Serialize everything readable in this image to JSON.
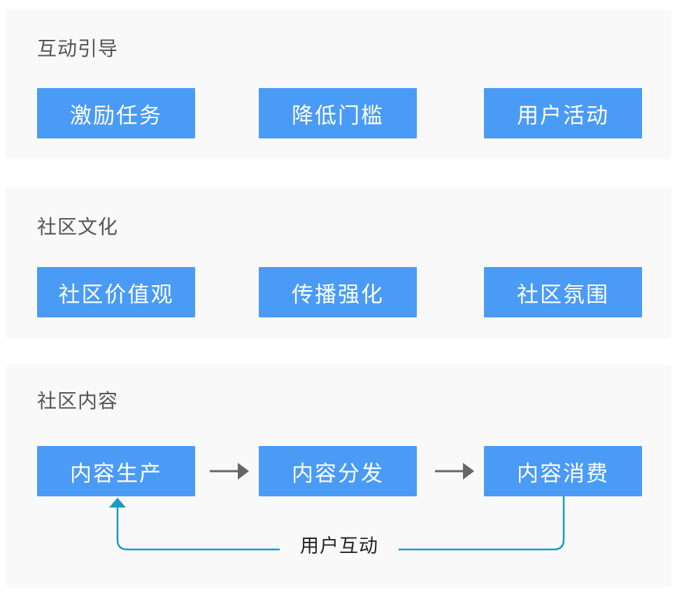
{
  "sections": [
    {
      "title": "互动引导",
      "items": [
        "激励任务",
        "降低门槛",
        "用户活动"
      ]
    },
    {
      "title": "社区文化",
      "items": [
        "社区价值观",
        "传播强化",
        "社区氛围"
      ]
    },
    {
      "title": "社区内容",
      "items": [
        "内容生产",
        "内容分发",
        "内容消费"
      ]
    }
  ],
  "flow": {
    "loop_label": "用户互动"
  },
  "colors": {
    "box_fill": "#4a9bf5",
    "box_text": "#ffffff",
    "arrow_gray": "#666666",
    "loop_teal": "#1a9bbf",
    "panel_bg": "#f9f9f9"
  }
}
